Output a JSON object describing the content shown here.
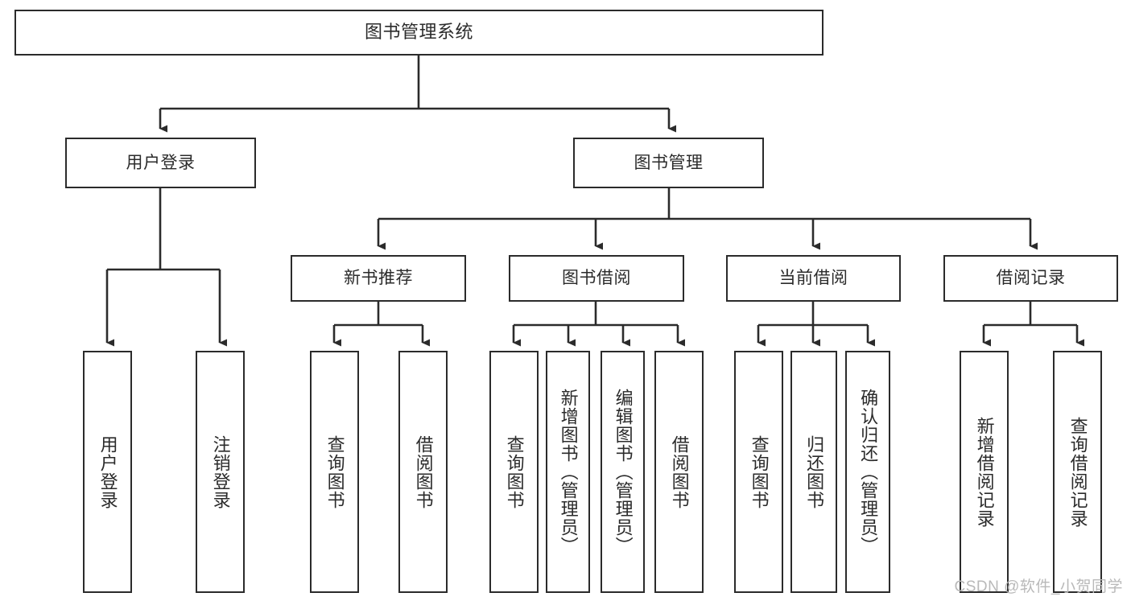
{
  "diagram": {
    "type": "tree-hierarchy",
    "title": "图书管理系统",
    "watermark": "CSDN @软件_小贺同学",
    "colors": {
      "stroke": "#2b2b2b",
      "fill": "#ffffff",
      "text": "#2b2b2b",
      "watermark": "#b9b9b9"
    },
    "levels": {
      "root": {
        "label": "图书管理系统"
      },
      "level2": [
        {
          "label": "用户登录"
        },
        {
          "label": "图书管理"
        }
      ],
      "level3": [
        {
          "label": "新书推荐"
        },
        {
          "label": "图书借阅"
        },
        {
          "label": "当前借阅"
        },
        {
          "label": "借阅记录"
        }
      ]
    },
    "nodes": {
      "root": "图书管理系统",
      "user_login": "用户登录",
      "book_manage": "图书管理",
      "new_book_rec": "新书推荐",
      "book_borrow": "图书借阅",
      "current_borrow": "当前借阅",
      "borrow_record": "借阅记录",
      "leaf_user_login": "用户登录",
      "leaf_logout": "注销登录",
      "leaf_query_book_1": "查询图书",
      "leaf_borrow_book_1": "借阅图书",
      "leaf_query_book_2": "查询图书",
      "leaf_add_book_admin": "新增图书（管理员）",
      "leaf_edit_book_admin": "编辑图书（管理员）",
      "leaf_borrow_book_2": "借阅图书",
      "leaf_query_book_3": "查询图书",
      "leaf_return_book": "归还图书",
      "leaf_confirm_return_admin": "确认归还（管理员）",
      "leaf_add_record": "新增借阅记录",
      "leaf_query_record": "查询借阅记录"
    }
  }
}
